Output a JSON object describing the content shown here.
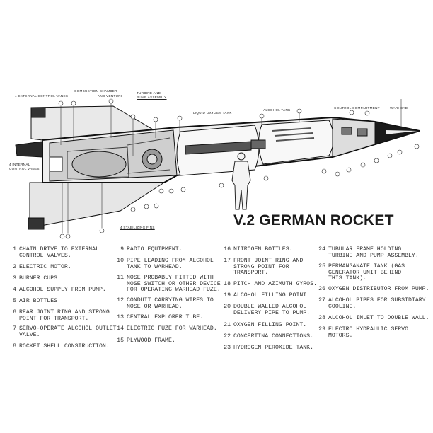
{
  "title": "V.2 GERMAN ROCKET",
  "callout_labels": {
    "external_vanes": "4 EXTERNAL CONTROL VANES",
    "combustion_1": "COMBUSTION CHAMBER",
    "combustion_2": "AND VENTURI",
    "turbine_1": "TURBINE AND",
    "turbine_2": "PUMP ASSEMBLY",
    "lox_tank": "LIQUID OXYGEN TANK",
    "alcohol_tank": "ALCOHOL TANK",
    "control_compartment": "CONTROL COMPARTMENT",
    "warhead": "WARHEAD",
    "internal_vanes_1": "4 INTERNAL",
    "internal_vanes_2": "CONTROL VANES",
    "fins": "4 STABILIZING FINS"
  },
  "legend": [
    {
      "n": "1",
      "t": "CHAIN DRIVE TO EXTERNAL\nCONTROL VALVES."
    },
    {
      "n": "2",
      "t": "ELECTRIC MOTOR."
    },
    {
      "n": "3",
      "t": "BURNER CUPS."
    },
    {
      "n": "4",
      "t": "ALCOHOL SUPPLY FROM PUMP."
    },
    {
      "n": "5",
      "t": "AIR BOTTLES."
    },
    {
      "n": "6",
      "t": "REAR JOINT RING AND STRONG\nPOINT FOR TRANSPORT."
    },
    {
      "n": "7",
      "t": "SERVO-OPERATE ALCOHOL OUTLET\nVALVE."
    },
    {
      "n": "8",
      "t": "ROCKET SHELL CONSTRUCTION."
    },
    {
      "n": "9",
      "t": "RADIO EQUIPMENT."
    },
    {
      "n": "10",
      "t": "PIPE LEADING FROM ALCOHOL\nTANK TO WARHEAD."
    },
    {
      "n": "11",
      "t": "NOSE PROBABLY FITTED WITH\nNOSE SWITCH OR OTHER DEVICE\nFOR OPERATING WARHEAD FUZE."
    },
    {
      "n": "12",
      "t": "CONDUIT CARRYING WIRES TO\nNOSE OR WARHEAD."
    },
    {
      "n": "13",
      "t": "CENTRAL EXPLORER TUBE."
    },
    {
      "n": "14",
      "t": "ELECTRIC FUZE FOR WARHEAD."
    },
    {
      "n": "15",
      "t": "PLYWOOD FRAME."
    },
    {
      "n": "16",
      "t": "NITROGEN BOTTLES."
    },
    {
      "n": "17",
      "t": "FRONT JOINT RING AND\nSTRONG POINT FOR\nTRANSPORT."
    },
    {
      "n": "18",
      "t": "PITCH AND AZIMUTH GYROS."
    },
    {
      "n": "19",
      "t": "ALCOHOL FILLING POINT"
    },
    {
      "n": "20",
      "t": "DOUBLE WALLED ALCOHOL\nDELIVERY PIPE TO PUMP."
    },
    {
      "n": "21",
      "t": "OXYGEN FILLING POINT."
    },
    {
      "n": "22",
      "t": "CONCERTINA CONNECTIONS."
    },
    {
      "n": "23",
      "t": "HYDROGEN PEROXIDE TANK."
    },
    {
      "n": "24",
      "t": "TUBULAR FRAME HOLDING\nTURBINE AND PUMP ASSEMBLY."
    },
    {
      "n": "25",
      "t": "PERMANGANATE TANK (GAS\nGENERATOR UNIT BEHIND\nTHIS TANK)."
    },
    {
      "n": "26",
      "t": "OXYGEN DISTRIBUTOR FROM PUMP."
    },
    {
      "n": "27",
      "t": "ALCOHOL PIPES FOR SUBSIDIARY\nCOOLING."
    },
    {
      "n": "28",
      "t": "ALCOHOL INLET TO DOUBLE WALL."
    },
    {
      "n": "29",
      "t": "ELECTRO HYDRAULIC SERVO\nMOTORS."
    }
  ]
}
